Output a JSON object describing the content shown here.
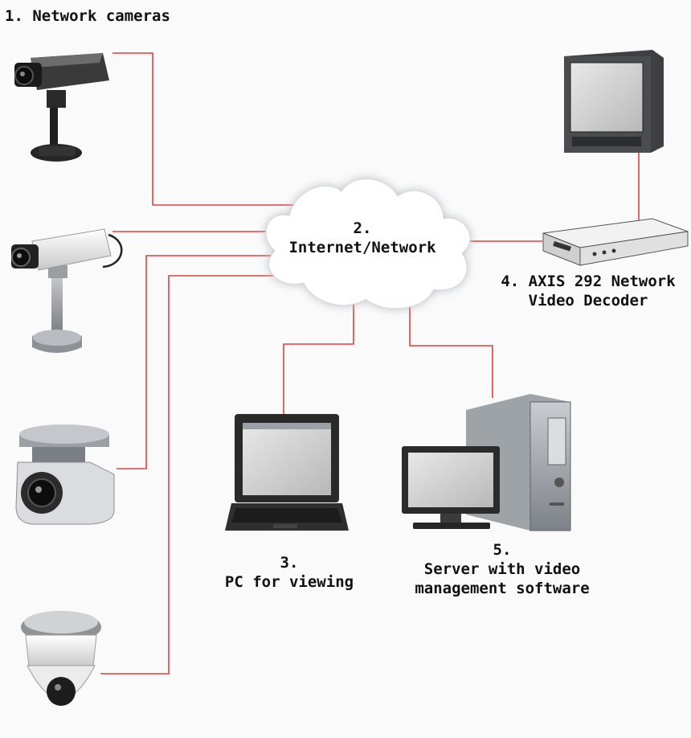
{
  "labels": {
    "cameras": "1. Network cameras",
    "network_num": "2.",
    "network": "Internet/Network",
    "decoder_line1": "4. AXIS 292 Network",
    "decoder_line2": "Video Decoder",
    "pc_num": "3.",
    "pc": "PC for viewing",
    "server_num": "5.",
    "server_line1": "Server with video",
    "server_line2": "management software"
  },
  "colors": {
    "link": "#d84545",
    "background": "#fafafa",
    "device_gray": "#8a8f96",
    "device_dark": "#2b2b2b"
  },
  "icons": [
    "box-camera-icon",
    "box-camera-white-icon",
    "ptz-camera-icon",
    "dome-camera-icon",
    "cloud-icon",
    "tv-monitor-icon",
    "video-decoder-icon",
    "laptop-icon",
    "server-tower-icon",
    "lcd-monitor-icon"
  ]
}
